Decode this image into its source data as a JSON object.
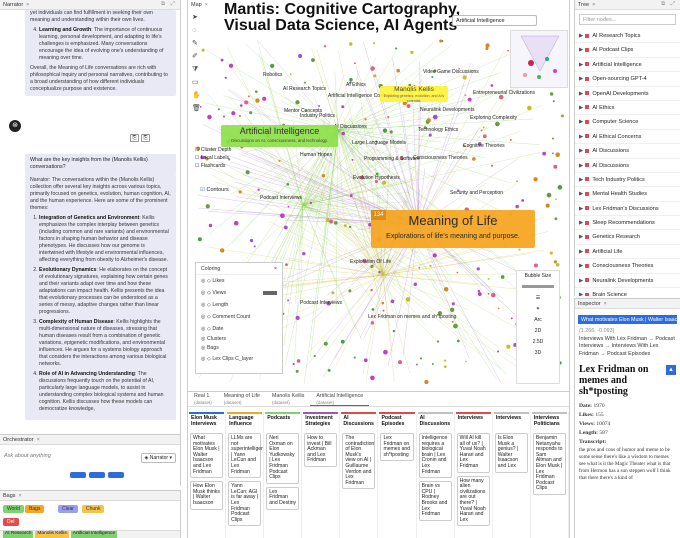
{
  "narrator": {
    "tab": "Narrator",
    "intro_text": "yet individuals can find fulfillment in seeking their own meaning and understanding within their own lives.",
    "point4_title": "Learning and Growth",
    "point4_text": ": The importance of continuous learning, personal development, and adapting to life's challenges is emphasized. Many conversations encourage the idea of evolving one's understanding of meaning over time.",
    "overall_text": "Overall, the Meaning of Life conversations are rich with philosophical inquiry and personal narratives, contributing to a broad understanding of how different individuals conceptualize purpose and existence.",
    "question": "What are the key insights from the (Manolis Kellis) conversations?",
    "answer_intro": "Narrator: The conversations within the (Manolis Kellis) collection offer several key insights across various topics, primarily focused on genetics, evolution, human cognition, AI, and the human experience. Here are some of the prominent themes:",
    "points": [
      {
        "title": "Integration of Genetics and Environment",
        "text": ": Kellis emphasizes the complex interplay between genetics (including common and rare variants) and environmental factors in shaping human behavior and disease phenotypes. He discusses how our genome is intertwined with lifestyle and environmental influences, affecting everything from obesity to Alzheimer's disease."
      },
      {
        "title": "Evolutionary Dynamics",
        "text": ": He elaborates on the concept of evolutionary signatures, explaining how certain genes and their variants adapt over time and how these adaptations can impact health. Kellis presents the idea that evolutionary processes can be understood as a series of messy, adaptive changes rather than linear progressions."
      },
      {
        "title": "Complexity of Human Disease",
        "text": ": Kellis highlights the multi-dimensional nature of diseases, stressing that human diseases result from a combination of genetic variations, epigenetic modifications, and environmental influences. He argues for a systems biology approach that considers the interactions among various biological networks."
      },
      {
        "title": "Role of AI in Advancing Understanding",
        "text": ": The discussions frequently touch on the potential of AI, particularly large language models, to assist in understanding complex biological systems and human cognition. Kellis discusses how these models can democratize knowledge,"
      }
    ]
  },
  "orchestrator": {
    "tab": "Orchestrator",
    "placeholder": "Ask about anything",
    "selected": "Narrator"
  },
  "tags": {
    "tab": "Bags",
    "items": [
      {
        "label": "World",
        "color": "#7fd36d"
      },
      {
        "label": "Bags",
        "color": "#f5a623"
      },
      {
        "label": "Clear",
        "color": "#9aa0f0"
      },
      {
        "label": "Chunk",
        "color": "#f6c34a"
      },
      {
        "label": "Del",
        "color": "#e64a4a"
      }
    ],
    "bottom_tabs": [
      "AI Research",
      "Manolis Kellis",
      "Artificial Intelligence"
    ]
  },
  "map": {
    "tab": "Map",
    "title_line1": "Mantis: Cognitive Cartography,",
    "title_line2": "Visual Data Science, AI Agents",
    "search_value": "Artificial Intelligence",
    "manolis_title": "Manolis Kellis",
    "manolis_sub": "Exploring genetics, evolution, and AI's potential.",
    "ai_title": "Artificial Intelligence",
    "ai_sub": "Discussions on AI, consciousness, and technology.",
    "mol_count": "134",
    "mol_title": "Meaning of Life",
    "mol_sub": "Explorations of life's meaning and purpose.",
    "cluster_options": [
      "Cluster Depth",
      "Local Labels",
      "Flashcards"
    ],
    "contours_label": "Contours",
    "labels": [
      "Robotics",
      "AI Research Topics",
      "Video Game Discussions",
      "Entrepreneurial Civilizations",
      "Artificial Intelligence Concepts",
      "Neuralink Developments",
      "Industry Politics",
      "Technology Ethics",
      "AI Discussions",
      "Exploring Complexity",
      "Cognitive Theories",
      "Evolution Hypothesis",
      "Podcast Interviews",
      "Security and Perception",
      "Exploration Of Life",
      "Podcast Interviews",
      "Lex Fridman on memes and sh*tposting",
      "AI Ethics",
      "Programming & Software",
      "Consciousness Theories",
      "Large Language Models",
      "Mentor Concepts",
      "Human Hopes"
    ],
    "coloring": {
      "title": "Coloring",
      "rows": [
        "Likes",
        "Views",
        "Length",
        "Comment Count",
        "Date",
        "Clusters",
        "Bags",
        "Lex Clips C_layer"
      ]
    },
    "right_controls": [
      "Bubble Size",
      "☰",
      "✶",
      "Arc",
      "2D",
      "2.5D",
      "3D"
    ]
  },
  "tree": {
    "tab": "Tree",
    "placeholder": "Filter nodes...",
    "items": [
      "AI Research Topics",
      "AI Podcast Clips",
      "Artificial Intelligence",
      "Open-sourcing GPT-4",
      "OpenAI Developments",
      "AI Ethics",
      "Computer Science",
      "AI Ethical Concerns",
      "AI Discussions",
      "AI Discussions",
      "Tech Industry Politics",
      "Mental Health Studies",
      "Lex Fridman's Discussions",
      "Sleep Recommendations",
      "Genetics Research",
      "Artificial Life",
      "Consciousness Theories",
      "Neuralink Developments",
      "Brain Science"
    ],
    "colors": [
      "#e04a4a",
      "#e04a4a",
      "#e04a4a",
      "#e04a4a",
      "#e04a4a",
      "#e04a4a",
      "#e04a4a",
      "#e04a4a",
      "#e04a4a",
      "#e04a4a",
      "#e04a4a",
      "#e04a4a",
      "#e04a4a",
      "#e04a4a",
      "#e04a4a",
      "#e04a4a",
      "#e04a4a",
      "#e04a4a",
      "#e04a4a"
    ]
  },
  "inspector": {
    "tab": "Inspector",
    "highlight": "What motivates Elon Musk | Walter Isaacson",
    "coords": "(1.266, -0.093)",
    "path": "Interviews With Lex Fridman → Podcast Interviews → Interviews With Lex Fridman → Podcast Episodes",
    "title": "Lex Fridman on memes and sh*tposting",
    "date_label": "Date:",
    "date": "1970",
    "likes_label": "Likes:",
    "likes": "155",
    "views_label": "Views:",
    "views": "10074",
    "length_label": "Length:",
    "length": "587",
    "transcript_label": "Transcript:",
    "transcript": "the pros and cons of humor and meme to be some sense there's like a wisdom to memes see what is it the Magic Theater what is that from Hermon has a sun steppen wolf I think that there there's a kind of"
  },
  "columns": {
    "tabs": [
      {
        "label": "Real 1",
        "sub": "(dataset)"
      },
      {
        "label": "Meaning of Life",
        "sub": "(dataset)"
      },
      {
        "label": "Manolis Kellis",
        "sub": "(dataset)"
      },
      {
        "label": "Artificial Intelligence",
        "sub": "(dataset)"
      }
    ],
    "items": [
      {
        "head": "Elon Musk Interviews",
        "color": "#2d6cdf",
        "cards": [
          "What motivates Elon Musk | Walter Isaacson and Lex Fridman",
          "How Elon Musk thinks | Walter Isaacson"
        ]
      },
      {
        "head": "Language Influence",
        "color": "#f5a623",
        "cards": [
          "LLMs are not superintelligent | Yann LeCun and Lex Fridman",
          "Yann LeCun: AGI is far away | Lex Fridman Podcast Clips"
        ]
      },
      {
        "head": "Podcasts",
        "color": "#7fd36d",
        "cards": [
          "Neri Oxman on Elon Yudkowsky | Lex Fridman Podcast Clips",
          "Lex Fridman and Destiny"
        ]
      },
      {
        "head": "Investment Strategies",
        "color": "#9b59b6",
        "cards": [
          "How to invest | Bill Ackman and Lex Fridman"
        ]
      },
      {
        "head": "AI Discussions",
        "color": "#e04a4a",
        "cards": [
          "The contradiction of Elon Musk's view on AI | Guillaume Verdon and Lex Fridman"
        ]
      },
      {
        "head": "Podcast Episodes",
        "color": "#e04a4a",
        "cards": [
          "Lex Fridman on memes and sh*tposting"
        ]
      },
      {
        "head": "AI Discussions",
        "color": "#c0c0c0",
        "cards": [
          "Intelligence requires a biological brain | Lex Cronin and Lex Fridman",
          "Brain vs CPU | Rodney Brooks and Lex Fridman"
        ]
      },
      {
        "head": "Interviews",
        "color": "#e04a4a",
        "cards": [
          "Will AI kill all of us? | Yuval Noah Harari and Lex Fridman",
          "How many alien civilizations are out there? | Yuval Noah Harari and Lex"
        ]
      },
      {
        "head": "Interviews",
        "color": "#c0c0c0",
        "cards": [
          "Is Elon Musk a genius? | Walter Isaacson and Lex"
        ]
      },
      {
        "head": "Interviews Politicians",
        "color": "#c0c0c0",
        "cards": [
          "Benjamin Netanyahu responds to Sam Altman and Elon Musk | Lex Fridman Podcast Clips"
        ]
      }
    ]
  }
}
